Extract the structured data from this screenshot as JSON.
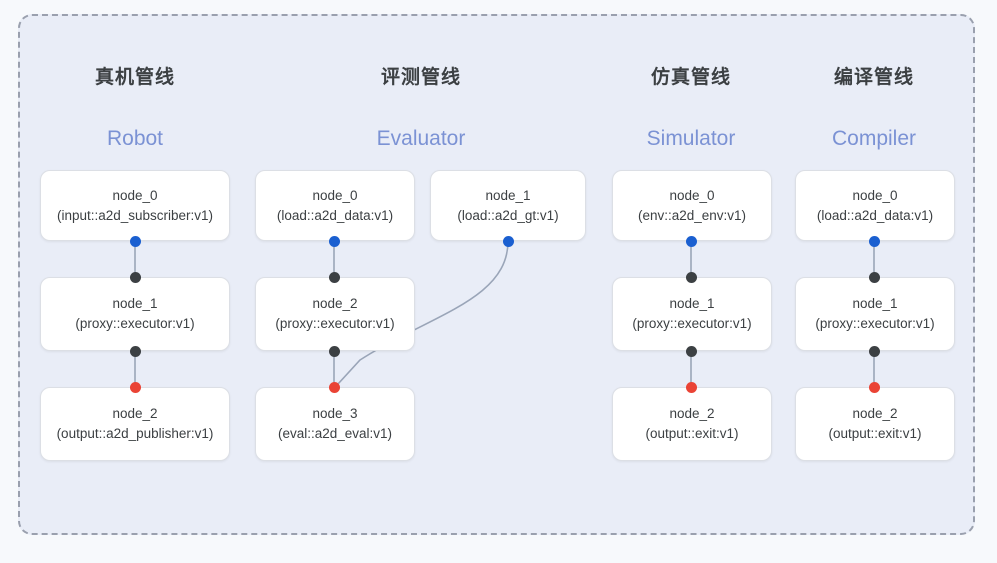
{
  "diagram": {
    "panel_fill": "#e9edf7",
    "panel_border": "#9aa0ae",
    "dot_colors": {
      "source": "#1a5fd0",
      "middle": "#3c4043",
      "sink": "#ea4335"
    }
  },
  "columns": [
    {
      "title": "真机管线",
      "subtitle": "Robot",
      "nodes": [
        {
          "id": "node_0",
          "type": "(input::a2d_subscriber:v1)"
        },
        {
          "id": "node_1",
          "type": "(proxy::executor:v1)"
        },
        {
          "id": "node_2",
          "type": "(output::a2d_publisher:v1)"
        }
      ]
    },
    {
      "title": "评测管线",
      "subtitle": "Evaluator",
      "nodes": [
        {
          "id": "node_0",
          "type": "(load::a2d_data:v1)"
        },
        {
          "id": "node_1",
          "type": "(load::a2d_gt:v1)"
        },
        {
          "id": "node_2",
          "type": "(proxy::executor:v1)"
        },
        {
          "id": "node_3",
          "type": "(eval::a2d_eval:v1)"
        }
      ]
    },
    {
      "title": "仿真管线",
      "subtitle": "Simulator",
      "nodes": [
        {
          "id": "node_0",
          "type": "(env::a2d_env:v1)"
        },
        {
          "id": "node_1",
          "type": "(proxy::executor:v1)"
        },
        {
          "id": "node_2",
          "type": "(output::exit:v1)"
        }
      ]
    },
    {
      "title": "编译管线",
      "subtitle": "Compiler",
      "nodes": [
        {
          "id": "node_0",
          "type": "(load::a2d_data:v1)"
        },
        {
          "id": "node_1",
          "type": "(proxy::executor:v1)"
        },
        {
          "id": "node_2",
          "type": "(output::exit:v1)"
        }
      ]
    }
  ]
}
